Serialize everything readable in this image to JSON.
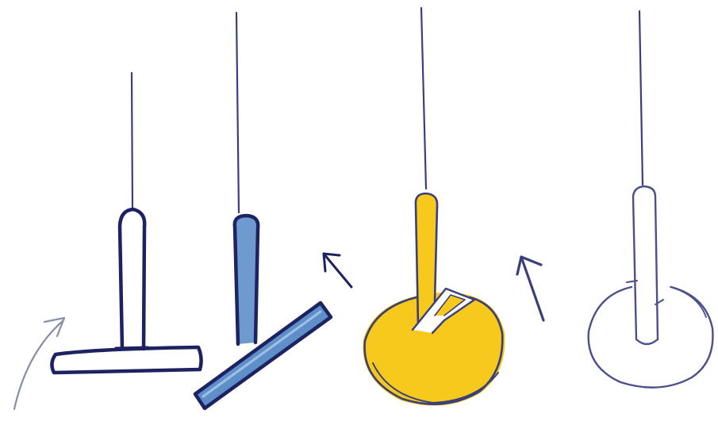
{
  "scene": {
    "description_visible_text": "",
    "colors": {
      "paper": "#ffffff",
      "ink_dark": "#1d2360",
      "ink_line": "#3a3f7a",
      "ink_light": "#4b4f8c",
      "blue_fill": "#5e8fc9",
      "yellow_fill": "#f7c91c",
      "grey_arrow": "#8a8fa8"
    },
    "objects": [
      {
        "name": "t-squeegee"
      },
      {
        "name": "tilted-squeegee"
      },
      {
        "name": "yellow-disc-tool"
      },
      {
        "name": "outline-disc-tool"
      }
    ]
  }
}
